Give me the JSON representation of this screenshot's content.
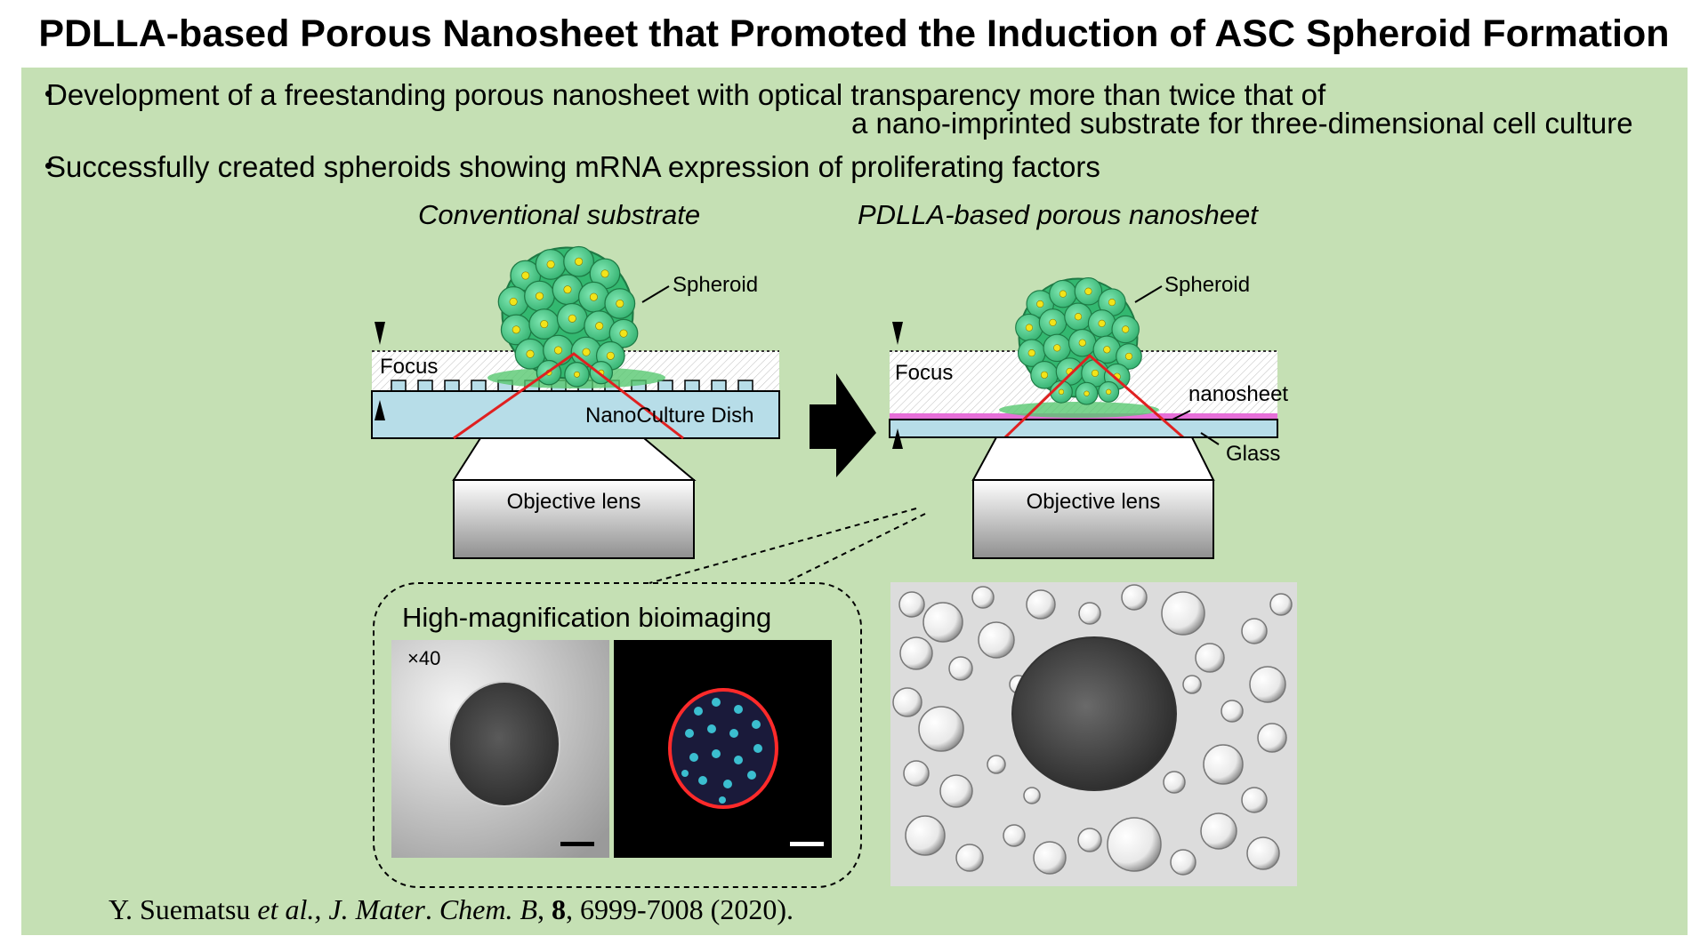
{
  "title": "PDLLA-based Porous Nanosheet that Promoted the Induction of ASC Spheroid Formation",
  "bullets": {
    "b1_line1": "Development of a freestanding porous nanosheet with optical transparency more than twice that of",
    "b1_line2": "a nano-imprinted substrate for three-dimensional cell culture",
    "b2": "Successfully created spheroids showing mRNA expression of proliferating factors",
    "marker": "・"
  },
  "left_diagram": {
    "heading": "Conventional substrate",
    "spheroid_label": "Spheroid",
    "focus_label": "Focus",
    "dish_label": "NanoCulture Dish",
    "lens_label": "Objective lens"
  },
  "right_diagram": {
    "heading": "PDLLA-based porous nanosheet",
    "spheroid_label": "Spheroid",
    "focus_label": "Focus",
    "nanosheet_label": "nanosheet",
    "glass_label": "Glass",
    "lens_label": "Objective lens"
  },
  "bioimaging": {
    "heading": "High-magnification bioimaging",
    "magnification": "×40"
  },
  "citation": {
    "authors": "Y. Suematsu ",
    "etal": "et al., J. Mater",
    "dot": ". ",
    "journal": "Chem. B",
    "comma1": ", ",
    "volume": "8",
    "rest": ", 6999-7008 (2020)."
  },
  "colors": {
    "panel_bg": "#c5e0b4",
    "dish": "#b7dde8",
    "nanosheet": "#e66fd8",
    "light_ray": "#e02020",
    "spheroid_cell": "#3ec98a",
    "cell_nucleus": "#f2e41a"
  }
}
